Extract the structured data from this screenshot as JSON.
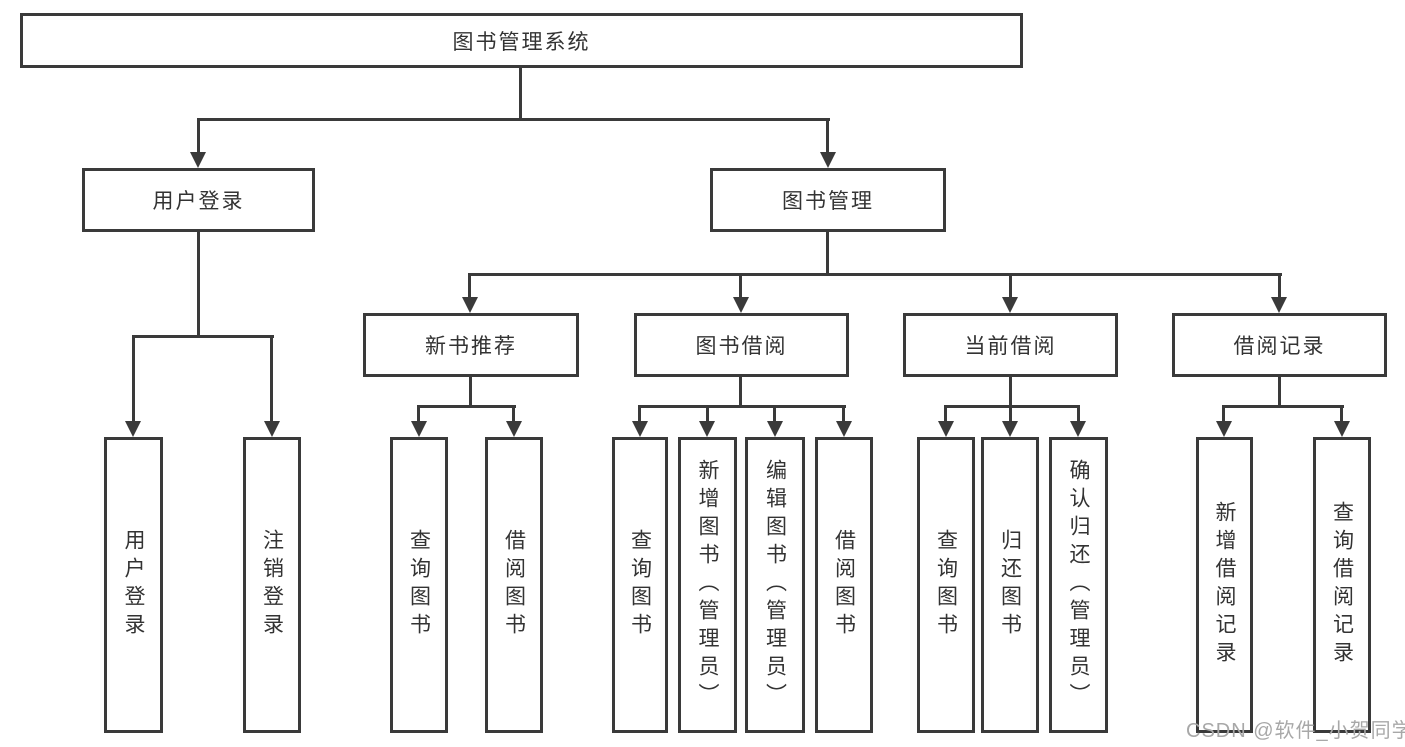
{
  "diagram_title": "图书管理系统",
  "colors": {
    "line": "#3a3a3a",
    "text": "#333333",
    "background": "#ffffff",
    "watermark": "#a8a8a8"
  },
  "nodes": {
    "root": "图书管理系统",
    "user_login": "用户登录",
    "book_mgmt": "图书管理",
    "new_book_rec": "新书推荐",
    "book_borrow": "图书借阅",
    "current_borrow": "当前借阅",
    "borrow_records": "借阅记录",
    "leaf_user_login": "用户登录",
    "leaf_logout": "注销登录",
    "leaf_query_book_1": "查询图书",
    "leaf_borrow_book_1": "借阅图书",
    "leaf_query_book_2": "查询图书",
    "leaf_add_book": "新增图书（管理员）",
    "leaf_edit_book": "编辑图书（管理员）",
    "leaf_borrow_book_2": "借阅图书",
    "leaf_query_book_3": "查询图书",
    "leaf_return_book": "归还图书",
    "leaf_confirm_return": "确认归还（管理员）",
    "leaf_add_record": "新增借阅记录",
    "leaf_query_record": "查询借阅记录"
  },
  "watermark": "CSDN @软件_小贺同学"
}
